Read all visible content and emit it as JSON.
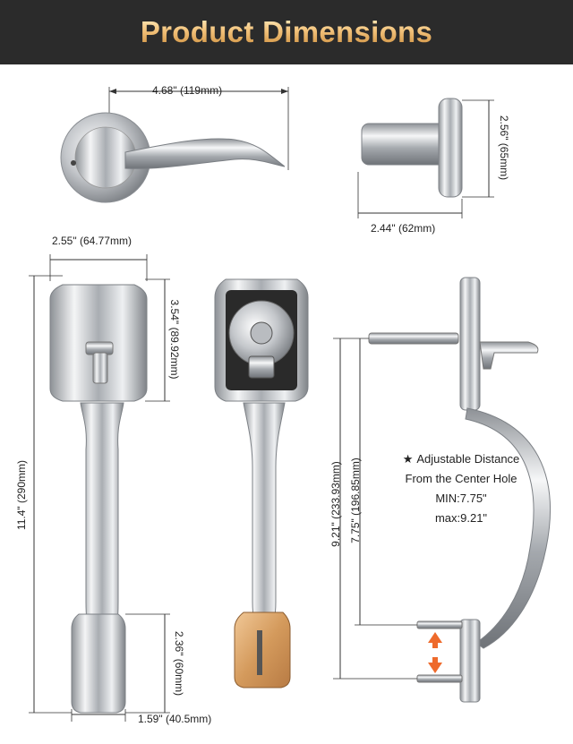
{
  "header": {
    "title": "Product Dimensions"
  },
  "dimensions": {
    "lever_width": "4.68\" (119mm)",
    "rose_height": "2.56\" (65mm)",
    "lever_depth": "2.44\" (62mm)",
    "plate_width": "2.55\" (64.77mm)",
    "plate_top_height": "3.54\" (89.92mm)",
    "total_height": "11.4\" (290mm)",
    "bottom_plate_height": "2.36\" (60mm)",
    "bottom_plate_width": "1.59\" (40.5mm)",
    "max_distance": "9.21\" (233.93mm)",
    "min_distance": "7.75\" (196.85mm)"
  },
  "note": {
    "star": "★",
    "line1": "Adjustable Distance",
    "line2": "From the Center Hole",
    "line3": "MIN:7.75\"",
    "line4": "max:9.21\""
  },
  "colors": {
    "header_bg": "#2b2b2b",
    "chrome": "#c9ccd0",
    "brass": "#d9a46b",
    "arrow": "#ee6a2b"
  }
}
